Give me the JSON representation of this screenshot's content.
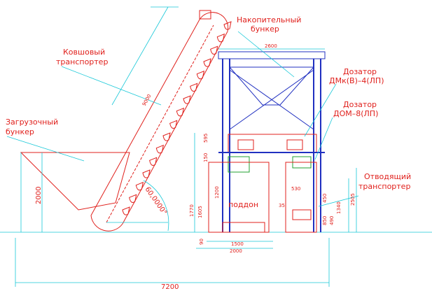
{
  "labels": {
    "bucket_conveyor_line1": "Ковшовый",
    "bucket_conveyor_line2": "транспортер",
    "loading_hopper_line1": "Загрузочный",
    "loading_hopper_line2": "бункер",
    "storage_hopper_line1": "Накопительный",
    "storage_hopper_line2": "бункер",
    "dispenser1_line1": "Дозатор",
    "dispenser1_line2": "ДМк(В)–4(ЛП)",
    "dispenser2_line1": "Дозатор",
    "dispenser2_line2": "ДОМ–8(ЛП)",
    "pallet": "поддон",
    "outlet_conveyor_line1": "Отводящий",
    "outlet_conveyor_line2": "транспортер"
  },
  "dimensions": {
    "total_length": "7200",
    "conveyor_length": "9000",
    "angle": "60,0000°",
    "hopper_height": "2000",
    "frame_width": "2600",
    "dim_1500": "1500",
    "dim_2000": "2000",
    "dim_150": "150",
    "dim_595": "595",
    "dim_1770": "1770",
    "dim_1605": "1605",
    "dim_1200": "1200",
    "dim_90": "90",
    "dim_530": "530",
    "dim_35": "35",
    "dim_1340": "1340",
    "dim_2505": "2505",
    "dim_450": "450",
    "dim_850": "850",
    "dim_490": "490"
  },
  "colors": {
    "dimension_lines": "#18c8d8",
    "equipment_red": "#e0201c",
    "frame_blue": "#2030c0",
    "dispenser_green": "#20a030"
  }
}
